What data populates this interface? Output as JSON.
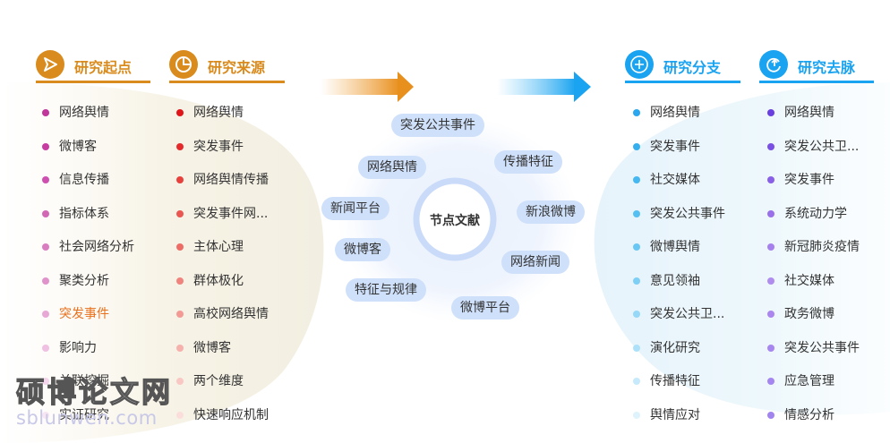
{
  "columns": [
    {
      "title": "研究起点",
      "icon": "play-icon",
      "color": "#d98b1e",
      "items": [
        {
          "label": "网络舆情",
          "color": "#c0369a"
        },
        {
          "label": "微博客",
          "color": "#c63ca0"
        },
        {
          "label": "信息传播",
          "color": "#cf4fb0"
        },
        {
          "label": "指标体系",
          "color": "#d268b5"
        },
        {
          "label": "社会网络分析",
          "color": "#d97cc0"
        },
        {
          "label": "聚类分析",
          "color": "#e093cb"
        },
        {
          "label": "突发事件",
          "color": "#e8a8d6"
        },
        {
          "label": "影响力",
          "color": "#efc0e1"
        },
        {
          "label": "关联挖掘",
          "color": "#f4d5eb"
        },
        {
          "label": "实证研究",
          "color": "#f8e5f2"
        }
      ]
    },
    {
      "title": "研究来源",
      "icon": "pie-chart-icon",
      "color": "#d98b1e",
      "items": [
        {
          "label": "网络舆情",
          "color": "#e0151a"
        },
        {
          "label": "突发事件",
          "color": "#e42a2a"
        },
        {
          "label": "网络舆情传播",
          "color": "#e7403d"
        },
        {
          "label": "突发事件网...",
          "color": "#ea5651"
        },
        {
          "label": "主体心理",
          "color": "#ed6c66"
        },
        {
          "label": "群体极化",
          "color": "#f0837d"
        },
        {
          "label": "高校网络舆情",
          "color": "#f39a95"
        },
        {
          "label": "微博客",
          "color": "#f6b1ad"
        },
        {
          "label": "两个维度",
          "color": "#f9c8c5"
        },
        {
          "label": "快速响应机制",
          "color": "#fbdedc"
        }
      ]
    },
    {
      "title": "研究分支",
      "icon": "plus-circle-icon",
      "color": "#1aa3f0",
      "items": [
        {
          "label": "网络舆情",
          "color": "#2aa7ee"
        },
        {
          "label": "突发事件",
          "color": "#36afef"
        },
        {
          "label": "社交媒体",
          "color": "#45b7f1"
        },
        {
          "label": "突发公共事件",
          "color": "#56bff2"
        },
        {
          "label": "微博舆情",
          "color": "#69c7f4"
        },
        {
          "label": "意见领袖",
          "color": "#7ecff5"
        },
        {
          "label": "突发公共卫...",
          "color": "#95d8f7"
        },
        {
          "label": "演化研究",
          "color": "#ade1f9"
        },
        {
          "label": "传播特征",
          "color": "#c6eafb"
        },
        {
          "label": "舆情应对",
          "color": "#def3fc"
        }
      ]
    },
    {
      "title": "研究去脉",
      "icon": "refresh-icon",
      "color": "#1aa3f0",
      "items": [
        {
          "label": "网络舆情",
          "color": "#6a3fe0"
        },
        {
          "label": "突发公共卫...",
          "color": "#7a4fe4"
        },
        {
          "label": "突发事件",
          "color": "#8a5fe7"
        },
        {
          "label": "系统动力学",
          "color": "#9a70ea"
        },
        {
          "label": "新冠肺炎疫情",
          "color": "#a680ed"
        },
        {
          "label": "社交媒体",
          "color": "#b08cee"
        },
        {
          "label": "政务微博",
          "color": "#ab86ee"
        },
        {
          "label": "突发公共事件",
          "color": "#a886ef"
        },
        {
          "label": "应急管理",
          "color": "#a585ef"
        },
        {
          "label": "情感分析",
          "color": "#a284ef"
        }
      ]
    }
  ],
  "center": {
    "label": "节点文献",
    "keywords": [
      "突发公共事件",
      "传播特征",
      "新浪微博",
      "网络新闻",
      "微博平台",
      "特征与规律",
      "微博客",
      "新闻平台",
      "网络舆情"
    ]
  },
  "watermark": {
    "line1": "硕博论文网",
    "line2": "sblunwen.com"
  }
}
